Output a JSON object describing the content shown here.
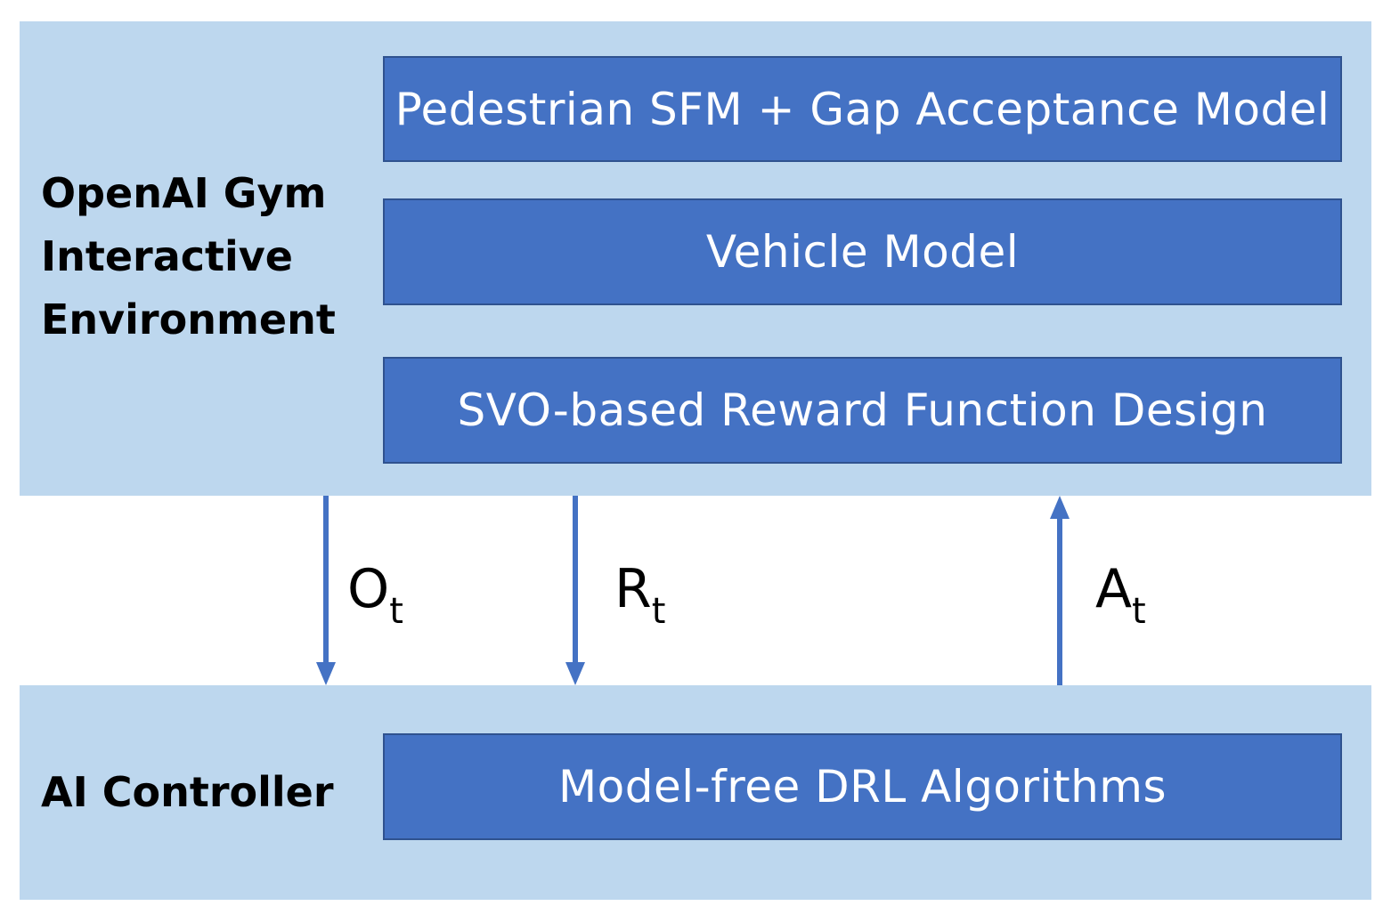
{
  "environment": {
    "label": "OpenAI Gym\nInteractive\nEnvironment",
    "blocks": [
      "Pedestrian SFM + Gap Acceptance Model",
      "Vehicle Model",
      "SVO-based Reward Function Design"
    ]
  },
  "controller": {
    "label": "AI Controller",
    "block": "Model-free DRL Algorithms"
  },
  "signals": {
    "observation": {
      "main": "O",
      "sub": "t",
      "direction": "down"
    },
    "reward": {
      "main": "R",
      "sub": "t",
      "direction": "down"
    },
    "action": {
      "main": "A",
      "sub": "t",
      "direction": "up"
    }
  },
  "colors": {
    "panel": "#bdd7ee",
    "block": "#4472c4",
    "block_border": "#2f528f",
    "arrow": "#4472c4"
  }
}
